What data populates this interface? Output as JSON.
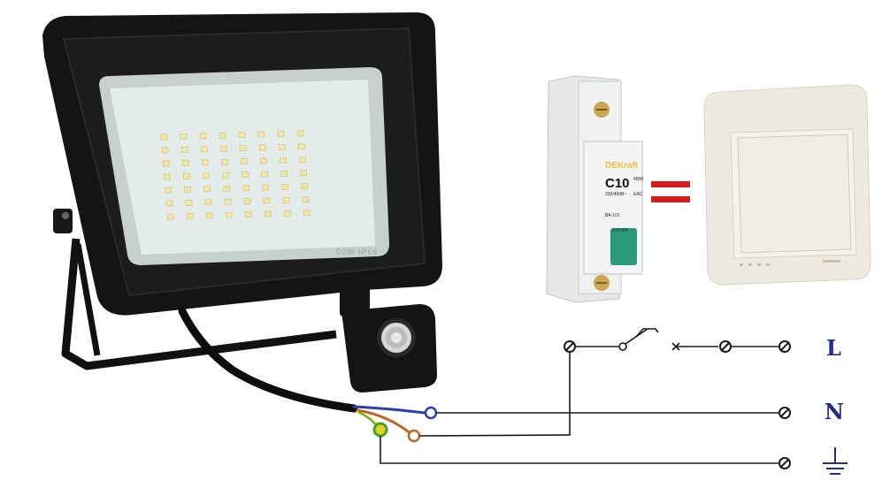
{
  "floodlight": {
    "spec_text": "50W IP66"
  },
  "breaker": {
    "brand": "DEKraft",
    "rating": "C10",
    "voltage": "230/400В~",
    "model": "ВА-101",
    "mark": "EAC",
    "state": "0-ОТКЛ",
    "amp_tag": "4500"
  },
  "relation_symbol": "=",
  "terminals": {
    "line": "L",
    "neutral": "N",
    "ground_symbol": "earth-ground-symbol"
  },
  "colors": {
    "wire_blue": "#2b3fb0",
    "wire_brown": "#b86a2a",
    "wire_green": "#40a030",
    "wire_yellow": "#e8d020",
    "equals": "#d81c1c",
    "diagram_line": "#1a1a1a",
    "label": "#1f2f86",
    "breaker_lever": "#2a9a7a"
  }
}
